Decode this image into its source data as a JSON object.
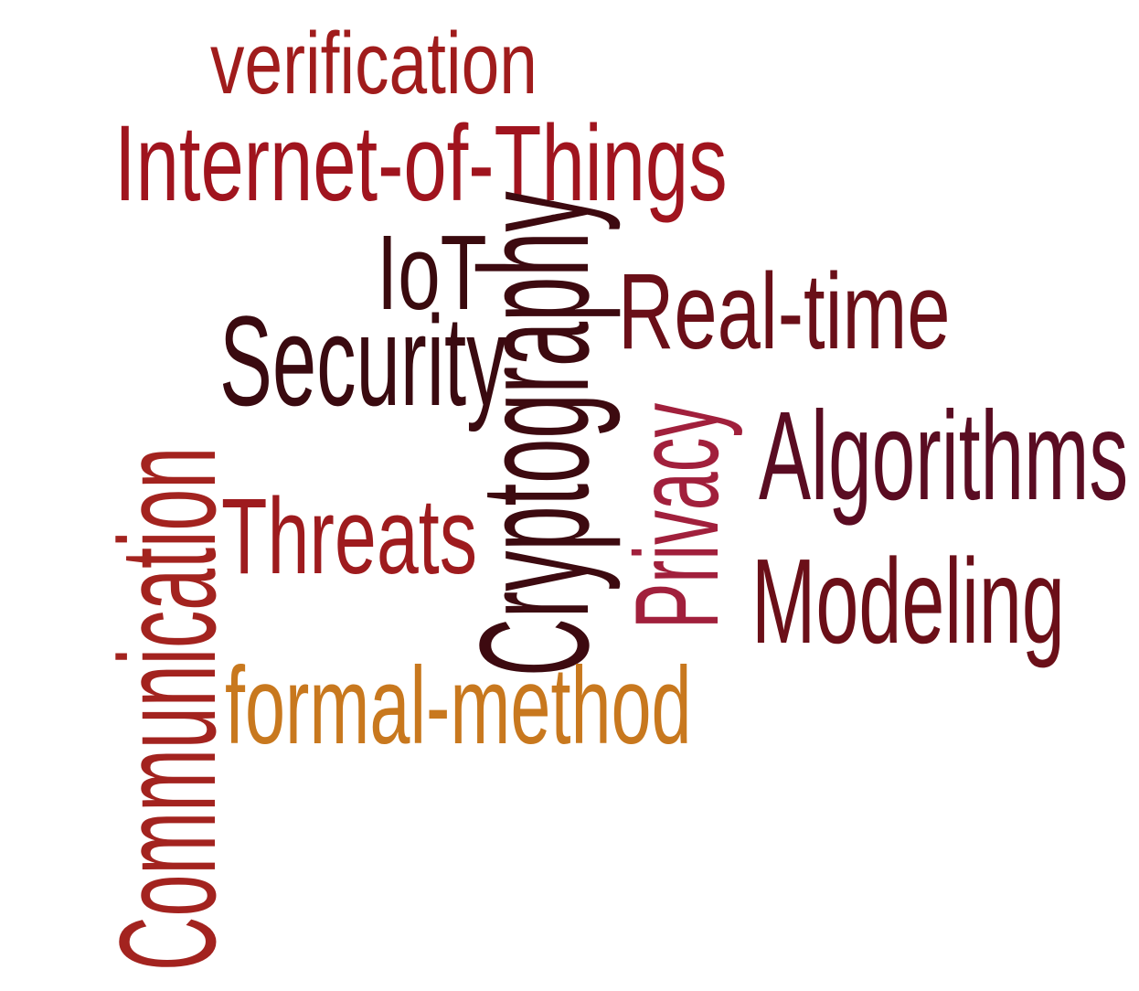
{
  "words": {
    "verification": {
      "text": "verification",
      "color": "#a01c1c"
    },
    "internet_of_things": {
      "text": "Internet-of-Things",
      "color": "#a0141e"
    },
    "iot": {
      "text": "IoT",
      "color": "#3a0a0e"
    },
    "cryptography": {
      "text": "Cryptography",
      "color": "#3d0a10"
    },
    "real_time": {
      "text": "Real-time",
      "color": "#6a0f18"
    },
    "security": {
      "text": "Security",
      "color": "#3a0a10"
    },
    "privacy": {
      "text": "Privacy",
      "color": "#a1203c"
    },
    "algorithms": {
      "text": "Algorithms",
      "color": "#5a0c22"
    },
    "threats": {
      "text": "Threats",
      "color": "#9e1b1e"
    },
    "communication": {
      "text": "Communication",
      "color": "#a3231f"
    },
    "modeling": {
      "text": "Modeling",
      "color": "#6b0f18"
    },
    "formal_method": {
      "text": "formal-method",
      "color": "#c8781e"
    }
  }
}
